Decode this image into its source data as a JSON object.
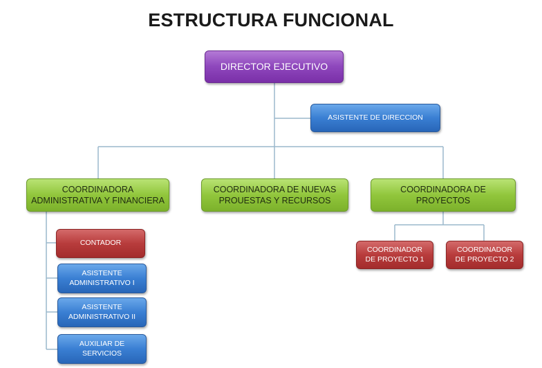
{
  "title": "ESTRUCTURA FUNCIONAL",
  "nodes": {
    "director": "DIRECTOR EJECUTIVO",
    "asistente_direccion": "ASISTENTE DE DIRECCION",
    "coord_admin_line1": "COORDINADORA",
    "coord_admin_line2": "ADMINISTRATIVA Y FINANCIERA",
    "coord_nuevas_line1": "COORDINADORA DE NUEVAS",
    "coord_nuevas_line2": "PROUESTAS Y RECURSOS",
    "coord_proyectos_line1": "COORDINADORA DE",
    "coord_proyectos_line2": "PROYECTOS",
    "contador": "CONTADOR",
    "asist_admin_1_line1": "ASISTENTE",
    "asist_admin_1_line2": "ADMINISTRATIVO I",
    "asist_admin_2_line1": "ASISTENTE",
    "asist_admin_2_line2": "ADMINISTRATIVO II",
    "auxiliar_line1": "AUXILIAR DE",
    "auxiliar_line2": "SERVICIOS",
    "coord_proy_1_line1": "COORDINADOR",
    "coord_proy_1_line2": "DE PROYECTO 1",
    "coord_proy_2_line1": "COORDINADOR",
    "coord_proy_2_line2": "DE PROYECTO 2"
  },
  "colors": {
    "director": "#8f48bd",
    "staff_blue": "#3a7fd3",
    "coordinators_green": "#91c63c",
    "red_units": "#b83c3c",
    "connector": "#9ab8cc"
  }
}
